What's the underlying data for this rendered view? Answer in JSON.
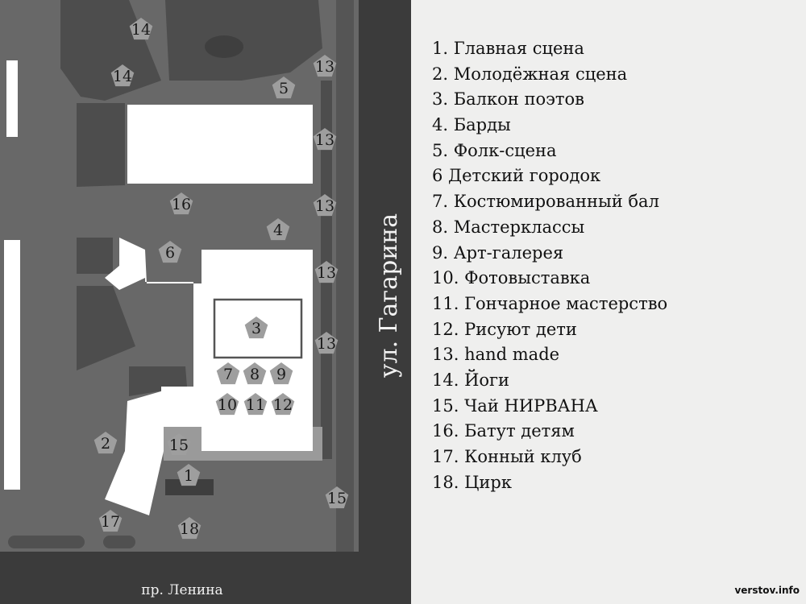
{
  "map": {
    "street_vertical": "ул. Гагарина",
    "street_horizontal": "пр. Ленина",
    "markers": [
      "14",
      "14",
      "13",
      "5",
      "13",
      "13",
      "16",
      "4",
      "6",
      "13",
      "3",
      "13",
      "7",
      "8",
      "9",
      "10",
      "11",
      "12",
      "2",
      "15",
      "1",
      "15",
      "17",
      "18"
    ]
  },
  "legend": {
    "items": [
      "1. Главная сцена",
      "2. Молодёжная сцена",
      "3. Балкон поэтов",
      "4. Барды",
      "5. Фолк-сцена",
      "6 Детский городок",
      "7. Костюмированный бал",
      "8. Мастерклассы",
      "9. Арт-галерея",
      "10. Фотовыставка",
      "11. Гончарное мастерство",
      "12. Рисуют дети",
      "13. hand made",
      "14. Йоги",
      "15. Чай НИРВАНА",
      "16. Батут детям",
      "17. Конный клуб",
      "18. Цирк"
    ]
  },
  "watermark": "verstov.info",
  "colors": {
    "road": "#3b3b3b",
    "area": "#686868",
    "block": "#4d4d4d",
    "building": "#ffffff",
    "marker": "#9e9e9e"
  }
}
